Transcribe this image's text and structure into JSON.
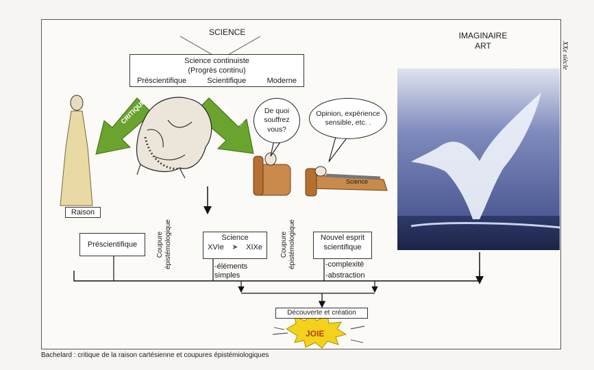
{
  "side_label": "XXe siècle",
  "headings": {
    "science": "SCIENCE",
    "imaginaire": "IMAGINAIRE",
    "art": "ART"
  },
  "top_box": {
    "line1": "Science continuiste",
    "line2": "(Progrès continu)",
    "stage1": "Préscientifique",
    "stage2": "Scientifique",
    "stage3": "Moderne"
  },
  "arrows": {
    "critique": "CRITIQUE",
    "therapie": "THÉRAPIE"
  },
  "bubbles": {
    "doctor_line1": "De quoi",
    "doctor_line2": "souffrez",
    "doctor_line3": "vous?",
    "patient_line1": "Opinion, expérience",
    "patient_line2": "sensible, etc. ."
  },
  "couch_label": "Science",
  "raison_label": "Raison",
  "stages": {
    "prescientifique": "Préscientifique",
    "science": "Science",
    "science_from": "XVIe",
    "science_to": "XIXe",
    "science_note1": "-éléments",
    "science_note2": "simples",
    "nouvel_line1": "Nouvel esprit",
    "nouvel_line2": "scientifique",
    "nouvel_note1": "-complexité",
    "nouvel_note2": "-abstraction"
  },
  "coupure": {
    "line1": "Coupure",
    "line2": "épistémologique"
  },
  "result": {
    "decouverte": "Découverte et création",
    "joie": "JOIE"
  },
  "caption": "Bachelard : critique de la raison cartésienne et coupures épistémiologiques",
  "colors": {
    "arrow_green": "#6aa32e",
    "sky_blue": "#4e5d9c",
    "joie_yellow": "#f2d21b"
  }
}
